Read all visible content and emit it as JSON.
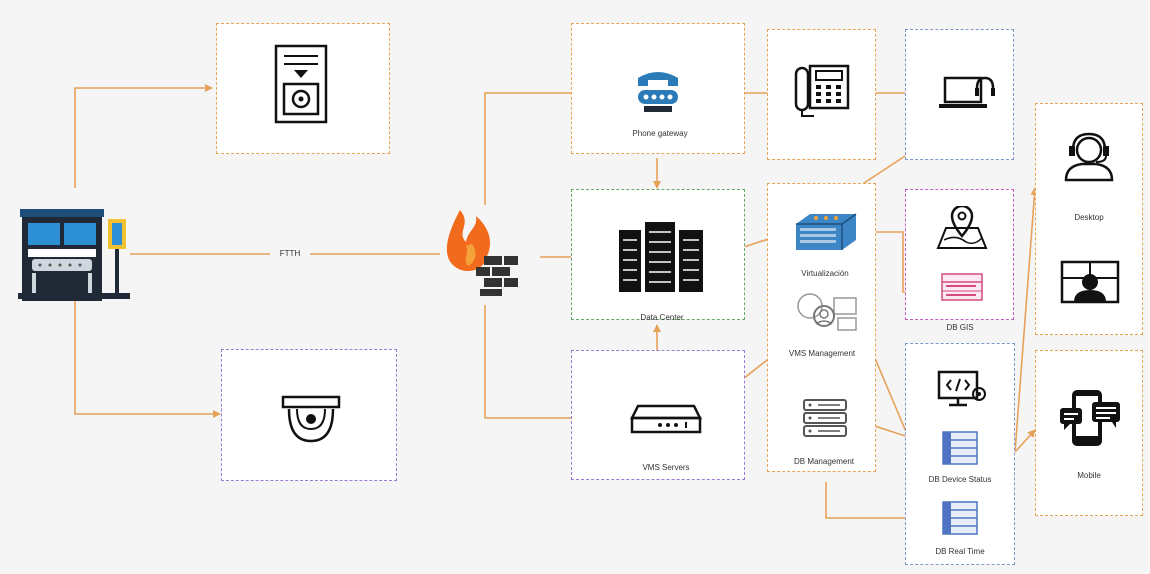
{
  "diagram": {
    "labels": {
      "ftth": "FTTH",
      "phone_gateway": "Phone gateway",
      "data_center": "Data Center",
      "vms_servers": "VMS Servers",
      "virtualization": "Virtualización",
      "vms_management": "VMS Management",
      "db_management": "DB Management",
      "db_gis": "DB GIS",
      "db_device_status": "DB Device Status",
      "db_real_time": "DB Real Time",
      "desktop": "Desktop",
      "mobile": "Mobile"
    },
    "colors": {
      "connector": "#e7a25a",
      "box_orange": "#e8a456",
      "box_green": "#6aa86a",
      "box_purple": "#9b7ad6",
      "box_blue": "#7e96c9",
      "box_magenta": "#c25ec2",
      "accent_blue": "#2b7bb9",
      "flame": "#f26b1d"
    },
    "icons": [
      "bus-stop-icon",
      "kiosk-terminal-icon",
      "dome-camera-icon",
      "firewall-icon",
      "phone-gateway-icon",
      "desk-phone-icon",
      "laptop-support-icon",
      "data-center-icon",
      "server-rack-icon",
      "vms-management-icon",
      "database-icon",
      "map-pin-icon",
      "code-monitor-icon",
      "headset-agent-icon",
      "video-wall-icon",
      "mobile-chat-icon"
    ]
  }
}
